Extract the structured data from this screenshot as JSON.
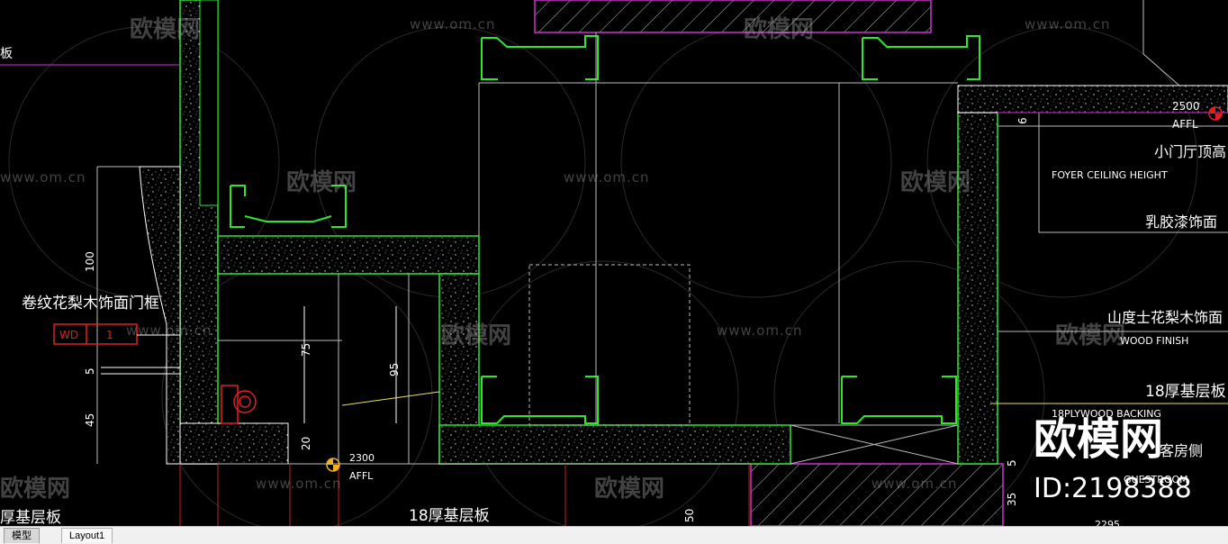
{
  "drawing": {
    "labels": {
      "door_frame_cn": "卷纹花梨木饰面门框",
      "wd_tag": "WD",
      "wd_tag_num": "1",
      "foyer_cn": "小门厅顶高",
      "foyer_en": "FOYER CEILING HEIGHT",
      "latex_cn": "乳胶漆饰面",
      "wood_cn": "山度士花梨木饰面",
      "wood_en": "WOOD FINISH",
      "plywood_cn": "18厚基层板",
      "plywood_en": "18PLYWOOD BACKING",
      "plywood_cn_bottom": "18厚基层板",
      "base_board_partial": "厚基层板",
      "partial_top_left": "板",
      "guestroom_partial": "客房侧",
      "guestroom_en_partial": "GUESTROOM",
      "elev_2500": "2500",
      "affl_1": "AFFL",
      "elev_2300": "2300",
      "affl_2": "AFFL",
      "partial_elev": "2295"
    },
    "dimensions": {
      "d100": "100",
      "d5_left": "5",
      "d45": "45",
      "d75": "75",
      "d95": "95",
      "d20": "20",
      "d6": "6",
      "d5_right": "5",
      "d35": "35",
      "d50": "50"
    }
  },
  "watermark": {
    "brand": "欧模网",
    "url": "www.om.cn",
    "id": "ID:2198388"
  },
  "tabs": {
    "model": "模型",
    "layout": "Layout1"
  },
  "colors": {
    "green": "#2ee62e",
    "magenta": "#d030d0",
    "white": "#ffffff",
    "red": "#e02020",
    "yellow": "#f0e060"
  }
}
